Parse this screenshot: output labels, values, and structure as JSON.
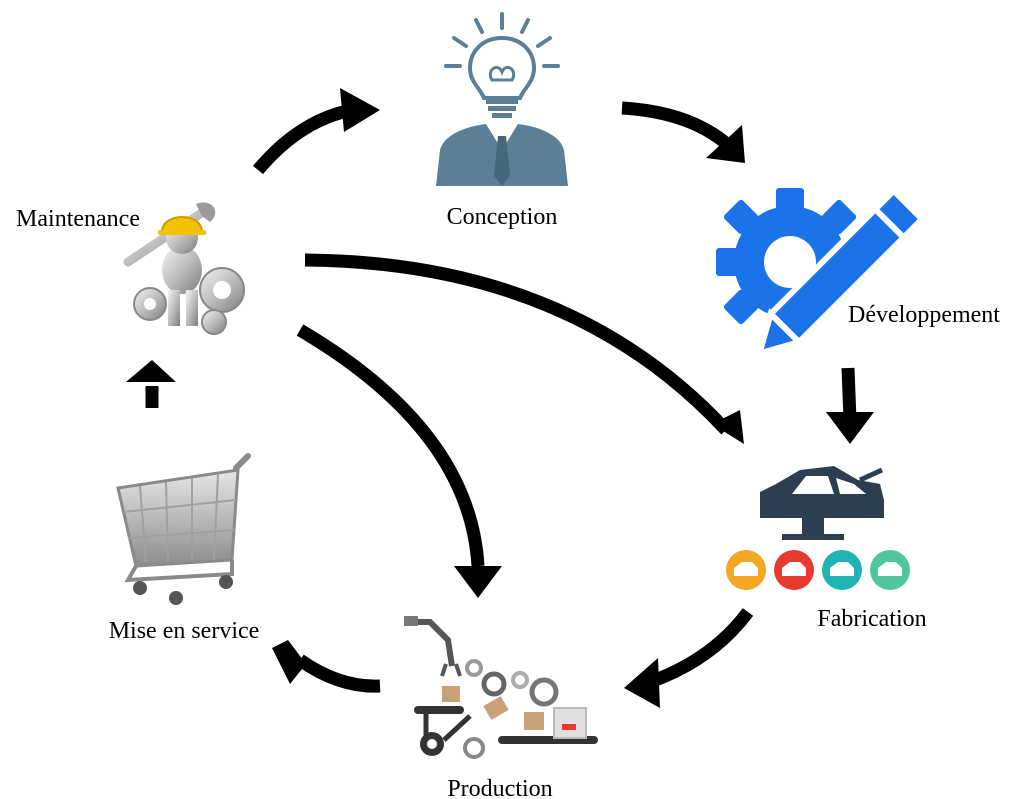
{
  "nodes": {
    "conception": {
      "label": "Conception",
      "icon": "idea-businessman-icon"
    },
    "developpement": {
      "label": "Développement",
      "icon": "gear-pencil-icon"
    },
    "fabrication": {
      "label": "Fabrication",
      "icon": "car-body-assembly-icon"
    },
    "production": {
      "label": "Production",
      "icon": "conveyor-factory-icon"
    },
    "mise_en_service": {
      "label": "Mise en service",
      "icon": "shopping-cart-icon"
    },
    "maintenance": {
      "label": "Maintenance",
      "icon": "worker-wrench-gears-icon"
    }
  },
  "edges": [
    {
      "from": "maintenance",
      "to": "conception"
    },
    {
      "from": "conception",
      "to": "developpement"
    },
    {
      "from": "developpement",
      "to": "fabrication"
    },
    {
      "from": "fabrication",
      "to": "production"
    },
    {
      "from": "production",
      "to": "mise_en_service"
    },
    {
      "from": "mise_en_service",
      "to": "maintenance"
    },
    {
      "from": "maintenance",
      "to": "fabrication"
    },
    {
      "from": "maintenance",
      "to": "production"
    }
  ],
  "colors": {
    "arrow": "#000000",
    "conception_icon": "#5b7f96",
    "developpement_icon": "#1a73e8",
    "fabrication_icon": "#2c3e4f",
    "fabrication_badges": [
      "#f5a623",
      "#e8392e",
      "#1fb3b3",
      "#4fc6a0"
    ],
    "helmet": "#f2c200"
  }
}
